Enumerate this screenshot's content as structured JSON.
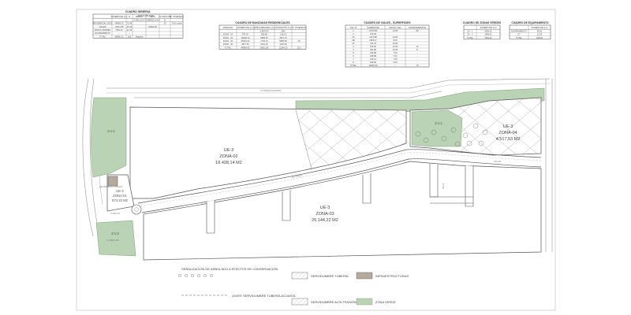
{
  "colors": {
    "green_zone": "#b9d3b4",
    "green_zone_stroke": "#7f9f7a",
    "infra": "#b5ab9c",
    "line": "#555555",
    "hatch": "#8a8a8a"
  },
  "tables": {
    "general": {
      "title": "CUADRO GENERAL",
      "subheader": "EDIFICABILIDAD",
      "columns": [
        "",
        "SUPERFICIE (m²)",
        "%",
        "BRUTA",
        "NETA",
        "OCUPACIÓN",
        "Nº VIVIENDAS"
      ],
      "col_values": [
        "",
        "",
        "",
        "0.350 m²/m²",
        "0.585000 m²/m²",
        "%",
        ""
      ],
      "rows": [
        [
          "RESIDENCIAL (UE3)",
          "48999.23",
          "72.46",
          "",
          "",
          "30",
          "3.81 viv/ha"
        ],
        [
          "VIALES",
          "10213.08",
          "15.10",
          "",
          "19600.00",
          "",
          ""
        ],
        [
          "ZONAS VERDES",
          "7591.61",
          "11.06",
          "",
          "",
          "",
          ""
        ],
        [
          "EQUIPAMIENTO",
          "--",
          "--",
          "",
          "",
          "",
          ""
        ],
        [
          "TOTAL",
          "66800.10",
          "100",
          "Ninguno",
          "",
          "",
          ""
        ]
      ]
    },
    "manzanas": {
      "title": "CUADRO DE MANZANAS RESIDENCIALES",
      "columns": [
        "MANZANA",
        "SUPERFICIE (m²)",
        "EDIFICABILIDAD (m²)",
        "OCUPACIÓN (m²)",
        "Nº VIVIENDAS"
      ],
      "col_values": [
        "",
        "",
        "0.587074",
        "30%",
        ""
      ],
      "rows": [
        [
          "ZONA - 01",
          "874.20",
          "508.80",
          "218.01",
          "",
          ""
        ],
        [
          "ZONA - 02",
          "18428.14",
          "9965.62",
          "4527.12",
          "",
          ""
        ],
        [
          "ZONA - 03",
          "25144.22",
          "7726.24",
          "6285.98",
          "19",
          ""
        ],
        [
          "ZONA - 04",
          "4517.53",
          "2411.16",
          "1130.36",
          "",
          ""
        ],
        [
          "TOTAL",
          "48964.05",
          "20611.86",
          "12244.20",
          "10.5",
          ""
        ]
      ]
    },
    "viales": {
      "title": "CUADRO DE VIALES - SUPERFICIES",
      "columns": [
        "VIAL Nº",
        "SUPERFICIE",
        "ANCHO VIAL",
        "APARCAMIENTOS"
      ],
      "rows": [
        [
          "1",
          "3,573.82",
          "12.50",
          "80"
        ],
        [
          "2",
          "210.00",
          "",
          ""
        ],
        [
          "2A",
          "1274.88",
          "10.00",
          ""
        ],
        [
          "2B",
          "2253.17",
          "6.50",
          ""
        ],
        [
          "2C",
          "211.76",
          "10.00",
          ""
        ],
        [
          "3",
          "576.90",
          "12.50",
          "14"
        ],
        [
          "4",
          "361.80",
          "12.50",
          "8"
        ],
        [
          "5",
          "226.68",
          "7.00",
          "-"
        ],
        [
          "6",
          "218.89",
          "7.00",
          "-"
        ],
        [
          "7",
          "216.14",
          "7.00",
          "-"
        ],
        [
          "8",
          "946.90",
          "6.00",
          "-"
        ],
        [
          "TOTAL",
          "10233.99",
          "--",
          "76"
        ]
      ]
    },
    "zonas_verdes": {
      "title": "CUADRO DE ZONAS VERDES",
      "columns": [
        "",
        "SUPERFICIE (m²)"
      ],
      "rows": [
        [
          "ZV - 1",
          "5536.00"
        ],
        [
          "ZV - 2",
          "1995.61"
        ],
        [
          "TOTAL",
          "7591.61"
        ]
      ]
    },
    "equipamiento": {
      "title": "CUADRO DE EQUIPAMIENTO",
      "columns": [
        "",
        "SUPERFICIE (m²)"
      ],
      "rows": [
        [
          "EQUIPAMIENTO",
          "96.81"
        ],
        [
          "CT",
          "12.00"
        ],
        [
          "TOTAL",
          "108.81"
        ]
      ]
    }
  },
  "zones": {
    "zv1_left": "Z.V.1",
    "zv1_right": "Z.V.1",
    "zv2": "Z.V.2",
    "zv2_sub": "S: 1995.61 M2",
    "z01": [
      "UE-3",
      "ZONA-01",
      "874.20 M2"
    ],
    "z02": [
      "UE-3",
      "ZONA-02",
      "18.428,14 M2"
    ],
    "z03": [
      "UE-3",
      "ZONA-03",
      "25.144,22 M2"
    ],
    "z04": [
      "UE-3",
      "ZONA-04",
      "4.517,53 M2"
    ],
    "equip": "EQUIPAMIENTO PUBLICO",
    "road_top": "CL HUERTA ALMAZARA",
    "road_left": "C/ PELUTA",
    "road_mid": "CL LUCERO",
    "road_right_a": "VIAL 2B",
    "road_right_b": "VIAL 8"
  },
  "legend": {
    "trees": "SEÑALIZACIÓN DE ARBOLADO A EFECTOS DE CONSERVACIÓN",
    "tuberia": "SERVIDUMBRE TUBERÍA",
    "infra": "INFRAESTRUCTURAS",
    "limite": "LÍMITE SERVIDUMBRE TUBERÍA ACUASOL",
    "alta": "SERVIDUMBRE ALTA TENSIÓN",
    "verde": "ZONA VERDE"
  }
}
